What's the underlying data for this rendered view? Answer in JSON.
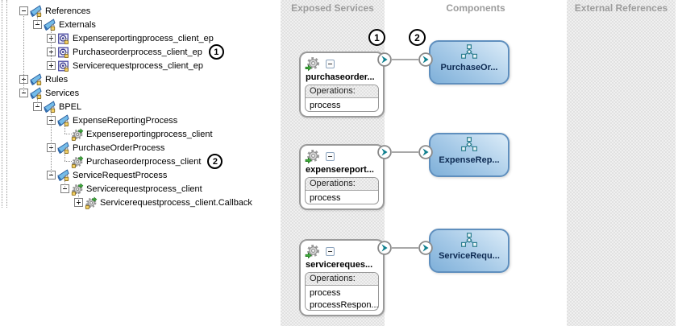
{
  "tree": {
    "items": [
      {
        "label": "References",
        "level": 0,
        "expand": "minus",
        "icon": "folder-lock"
      },
      {
        "label": "Externals",
        "level": 1,
        "expand": "minus",
        "icon": "folder-lock"
      },
      {
        "label": "Expensereportingprocess_client_ep",
        "level": 2,
        "expand": "plus",
        "icon": "endpoint-lock"
      },
      {
        "label": "Purchaseorderprocess_client_ep",
        "level": 2,
        "expand": "plus",
        "icon": "endpoint-lock",
        "annotation": "1"
      },
      {
        "label": "Servicerequestprocess_client_ep",
        "level": 2,
        "expand": "plus",
        "icon": "endpoint-lock"
      },
      {
        "label": "Rules",
        "level": 0,
        "expand": "plus",
        "icon": "folder-lock"
      },
      {
        "label": "Services",
        "level": 0,
        "expand": "minus",
        "icon": "folder-lock"
      },
      {
        "label": "BPEL",
        "level": 1,
        "expand": "minus",
        "icon": "folder-lock"
      },
      {
        "label": "ExpenseReportingProcess",
        "level": 2,
        "expand": "minus",
        "icon": "folder-lock"
      },
      {
        "label": "Expensereportingprocess_client",
        "level": 3,
        "expand": "none",
        "icon": "gear-lock"
      },
      {
        "label": "PurchaseOrderProcess",
        "level": 2,
        "expand": "minus",
        "icon": "folder-lock"
      },
      {
        "label": "Purchaseorderprocess_client",
        "level": 3,
        "expand": "none",
        "icon": "gear-lock",
        "annotation": "2"
      },
      {
        "label": "ServiceRequestProcess",
        "level": 2,
        "expand": "minus",
        "icon": "folder-lock"
      },
      {
        "label": "Servicerequestprocess_client",
        "level": 3,
        "expand": "minus",
        "icon": "gear-lock"
      },
      {
        "label": "Servicerequestprocess_client.Callback",
        "level": 4,
        "expand": "plus",
        "icon": "gear-lock"
      }
    ]
  },
  "canvas": {
    "lanes": {
      "exposed": "Exposed Services",
      "components": "Components",
      "external": "External References"
    },
    "annotations": [
      {
        "n": "1"
      },
      {
        "n": "2"
      }
    ],
    "services": [
      {
        "label": "purchaseorder...",
        "operations_title": "Operations:",
        "operations": [
          "process"
        ]
      },
      {
        "label": "expensereport...",
        "operations_title": "Operations:",
        "operations": [
          "process"
        ]
      },
      {
        "label": "servicereques...",
        "operations_title": "Operations:",
        "operations": [
          "process",
          "processRespon..."
        ]
      }
    ],
    "components": [
      {
        "label": "PurchaseOr..."
      },
      {
        "label": "ExpenseRep..."
      },
      {
        "label": "ServiceRequ..."
      }
    ]
  },
  "colors": {
    "lane_header_text": "#9c9c9c",
    "service_border": "#9a9a9a",
    "component_border": "#5f8fbe",
    "component_fill_top": "#dcecf8",
    "component_fill_mid": "#a5c9e7",
    "component_fill_bottom": "#7fb0d9",
    "component_label": "#0d2a52",
    "arrow_teal": "#10808f",
    "connector_grey": "#a8a8a8",
    "annotation_border": "#000000"
  }
}
